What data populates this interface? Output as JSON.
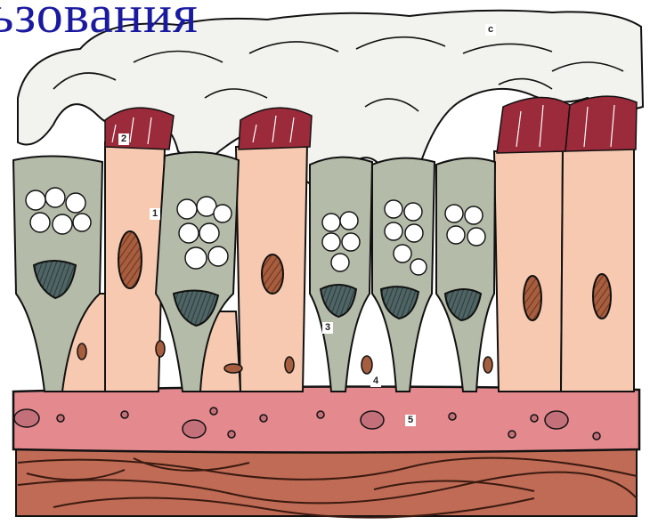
{
  "title": "ьзования",
  "labels": {
    "mucus": "с",
    "cilia": "2",
    "ciliated_cell": "1",
    "goblet_cell": "3",
    "basal_cell": "4",
    "lamina_propria": "5"
  },
  "colors": {
    "title": "#1a1aa0",
    "ciliated_cytoplasm": "#f7c9b0",
    "goblet_cytoplasm": "#b4bba8",
    "mucus": "#f2f2ee",
    "nucleus_ciliated": "#a65e3e",
    "nucleus_goblet": "#4f6464",
    "cilia": "#9b2a3a",
    "basement": "#e48a8e",
    "connective": "#bf6b55"
  },
  "icons": [
    "hatched-nucleus",
    "mucus-droplet"
  ]
}
